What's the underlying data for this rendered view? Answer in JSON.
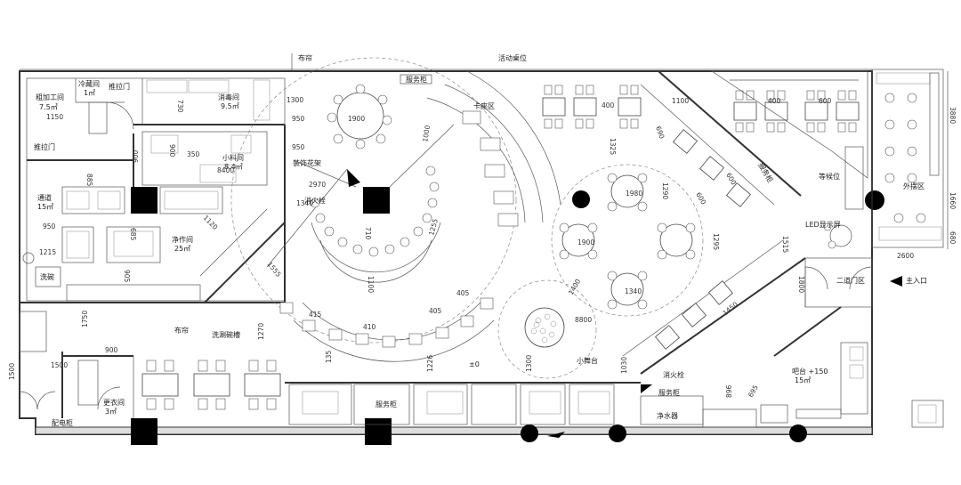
{
  "labels": {
    "rough_processing": "粗加工间",
    "rough_area": "7.5㎡",
    "cold_storage": "冷藏间",
    "cold_area": "1㎡",
    "push_door_a": "推拉门",
    "push_door_b": "推拉门",
    "disinfection": "消毒间",
    "disinfection_area": "9.5㎡",
    "cold_dish": "小料间",
    "cold_dish_area": "8.4㎡",
    "passage": "通道",
    "passage_area": "15㎡",
    "clean_room": "净作间",
    "clean_area": "25㎡",
    "cleaning": "洗碗",
    "curtain_top": "布帘",
    "curtain_left": "布帘",
    "wash_basin": "洗涮碗槽",
    "rest_room": "更衣间",
    "rest_area": "3㎡",
    "electric": "配电柜",
    "flower_shelf": "装饰花架",
    "fire_hydrant_a": "消火栓",
    "fire_hydrant_b": "消火栓",
    "service_top": "服务柜",
    "service_bottom": "服务柜",
    "service_bottom2": "服务柜",
    "service_right": "服务柜",
    "movable_seats": "活动桌位",
    "seat_area": "卡座区",
    "small_stage": "小舞台",
    "led_display": "LED显示屏",
    "reception": "等候位",
    "vestibule": "二道门区",
    "main_entrance": "主入口",
    "outdoor": "外摆区",
    "bar": "吧台 +150",
    "bar_area": "15㎡",
    "water_purifier": "净水器",
    "level": "±0"
  },
  "dimensions": {
    "d1150": "1150",
    "d885": "885",
    "d900a": "900",
    "d730": "730",
    "d350": "350",
    "d900b": "900",
    "d1300": "1300",
    "d950a": "950",
    "d950b": "950",
    "d2970": "2970",
    "d1340": "1340",
    "d1000": "1000",
    "d1255": "1255",
    "d710": "710",
    "d1100": "1100",
    "d1555": "1555",
    "d1270": "1270",
    "d135": "135",
    "d1226": "1226",
    "d1300b": "1300",
    "d1030": "1030",
    "d896": "896",
    "d695": "695",
    "d1325": "1325",
    "d1290": "1290",
    "d1295": "1295",
    "d1515": "1515",
    "d1450": "1450",
    "d1800": "1800",
    "d400a": "400",
    "d400b": "400",
    "d600a": "600",
    "d600b": "600",
    "d8400": "8400",
    "d1400": "1400",
    "d8800": "8800",
    "d1750": "1750",
    "d900c": "900",
    "d1500": "1500",
    "d1215": "1215",
    "d950c": "950",
    "d1120": "1120",
    "d685": "685",
    "d905": "905",
    "d1500b": "1500",
    "d3880": "3880",
    "d1660": "1660",
    "d680": "680",
    "d2600": "2600",
    "d1900": "1900",
    "d1980": "1980",
    "d1900b": "1900",
    "d1340b": "1340",
    "d415": "415",
    "d410": "410",
    "d405a": "405",
    "d405b": "405",
    "d1100b": "1100",
    "d690": "690",
    "d600c": "600"
  },
  "colors": {
    "wall": "#333333",
    "column": "#000000",
    "line": "#555555"
  }
}
